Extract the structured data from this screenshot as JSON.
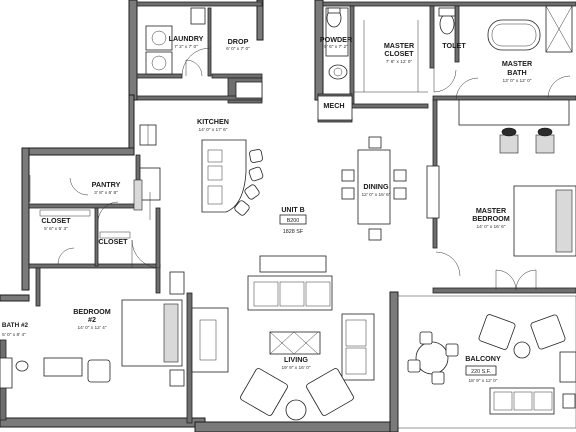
{
  "unit": {
    "name": "UNIT B",
    "code": "B200",
    "area": "1828 SF"
  },
  "rooms": {
    "laundry": {
      "name": "LAUNDRY",
      "dim": "7' 2\" x 7' 0\""
    },
    "drop": {
      "name": "DROP",
      "dim": "6' 0\" x 7' 0\""
    },
    "powder": {
      "name": "POWDER",
      "dim": "5' 6\" x 7' 2\""
    },
    "mech": {
      "name": "MECH"
    },
    "master_closet": {
      "name1": "MASTER",
      "name2": "CLOSET",
      "dim": "7' 6\" x 12' 0\""
    },
    "toilet": {
      "name": "TOLET"
    },
    "master_bath": {
      "name1": "MASTER",
      "name2": "BATH",
      "dim": "13' 0\" x 12' 0\""
    },
    "kitchen": {
      "name": "KITCHEN",
      "dim": "14' 0\" x 17' 6\""
    },
    "pantry": {
      "name": "PANTRY",
      "dim": "3' 8\" x 6' 8\""
    },
    "dining": {
      "name": "DINING",
      "dim": "12' 0\" x 15' 6\""
    },
    "master_bedroom": {
      "name1": "MASTER",
      "name2": "BEDROOM",
      "dim": "14' 0\" x 16' 6\""
    },
    "closet1": {
      "name": "CLOSET",
      "dim": "5' 6\" x 5' 3\""
    },
    "closet2": {
      "name": "CLOSET"
    },
    "bedroom2": {
      "name1": "BEDROOM",
      "name2": "#2",
      "dim": "14' 0\" x 12' 4\""
    },
    "bath2": {
      "name": "BATH #2",
      "dim": "5' 0\" x 8' 4\""
    },
    "living": {
      "name": "LIVING",
      "dim": "19' 9\" x 16' 0\""
    },
    "balcony": {
      "name": "BALCONY",
      "area": "220 S.F.",
      "dim": "18' 9\" x 12' 0\""
    }
  }
}
